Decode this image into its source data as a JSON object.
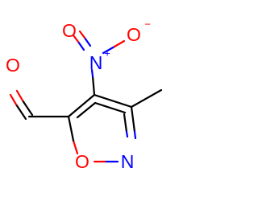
{
  "molecule": {
    "atoms": {
      "aldehyde_oxygen": {
        "symbol": "O",
        "color": "#ff0000"
      },
      "nitro_nitrogen": {
        "symbol": "N",
        "charge": "+",
        "color": "#0000ff"
      },
      "nitro_oxygen_minus": {
        "symbol": "O",
        "charge": "−",
        "color": "#ff0000"
      },
      "ring_oxygen": {
        "symbol": "O",
        "color": "#ff0000"
      },
      "ring_nitrogen": {
        "symbol": "N",
        "color": "#0000ff"
      }
    },
    "colors": {
      "bond": "#000000",
      "oxygen": "#ff0000",
      "nitrogen": "#0000ff"
    }
  }
}
